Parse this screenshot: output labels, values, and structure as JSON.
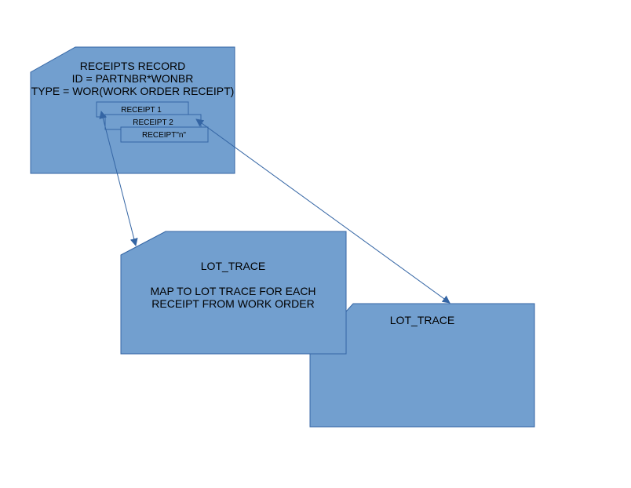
{
  "colors": {
    "shape_fill": "#729fcf",
    "shape_stroke": "#3465a4",
    "connector": "#3465a4",
    "text": "#000000"
  },
  "receipts_card": {
    "title": "RECEIPTS RECORD",
    "line2": "ID = PARTNBR*WONBR",
    "line3": "TYPE = WOR(WORK ORDER RECEIPT)",
    "receipts": [
      "RECEIPT 1",
      "RECEIPT 2",
      "RECEIPT\"n\""
    ]
  },
  "lot_trace_card_1": {
    "title": "LOT_TRACE",
    "desc_line1": "MAP TO LOT TRACE FOR EACH",
    "desc_line2": "RECEIPT FROM WORK ORDER"
  },
  "lot_trace_card_2": {
    "title": "LOT_TRACE"
  }
}
